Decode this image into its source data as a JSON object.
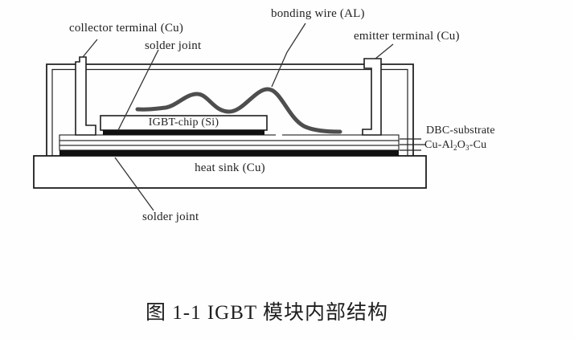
{
  "figure": {
    "caption": "图 1-1 IGBT 模块内部结构",
    "labels": {
      "collector_terminal": "collector terminal (Cu)",
      "solder_joint_top": "solder joint",
      "bonding_wire": "bonding wire (AL)",
      "emitter_terminal": "emitter terminal (Cu)",
      "igbt_chip": "IGBT-chip (Si)",
      "dbc_substrate": "DBC-substrate",
      "heat_sink": "heat sink (Cu)",
      "solder_joint_bottom": "solder joint"
    },
    "dbc_formula": {
      "pre": "Cu-Al",
      "sub2": "2",
      "mid": "O",
      "sub3": "3",
      "post": "-Cu"
    },
    "colors": {
      "line": "#222222",
      "wire": "#4e4e4e",
      "solder_fill": "#111111",
      "background": "#fefefe"
    }
  }
}
